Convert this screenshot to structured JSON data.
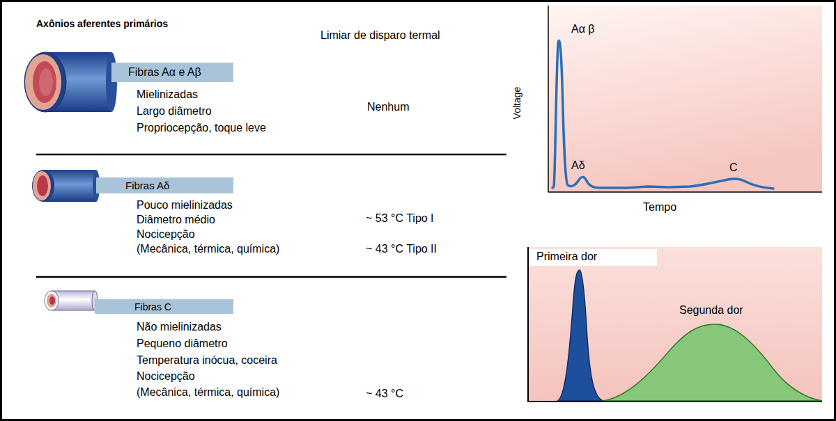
{
  "diagram": {
    "nodes": [
      {
        "text": [
          "Fibras Aα e Aβ"
        ]
      },
      {
        "text": [
          "Fibras Aδ"
        ]
      },
      {
        "text": [
          "Fibras C"
        ]
      }
    ],
    "labels": [
      "Axônios aferentes primários",
      "Limiar de disparo termal",
      "Mielinizadas",
      "Largo diâmetro",
      "Propriocepção, toque leve",
      "Nenhum",
      "Pouco mielinizadas",
      "Diâmetro médio",
      "Nocicepção",
      "(Mecânica, térmica, química)",
      "~ 53 °C Tipo I",
      "~ 43 °C Tipo II",
      "Não mielinizadas",
      "Pequeno diâmetro",
      "Temperatura inócua, coceira",
      "Nocicepção",
      "(Mecânica, térmica, química)",
      "~ 43 °C",
      "Aα β",
      "Aδ",
      "C",
      "Voltage",
      "Tempo",
      "Primeira dor",
      "Segunda dor"
    ]
  }
}
